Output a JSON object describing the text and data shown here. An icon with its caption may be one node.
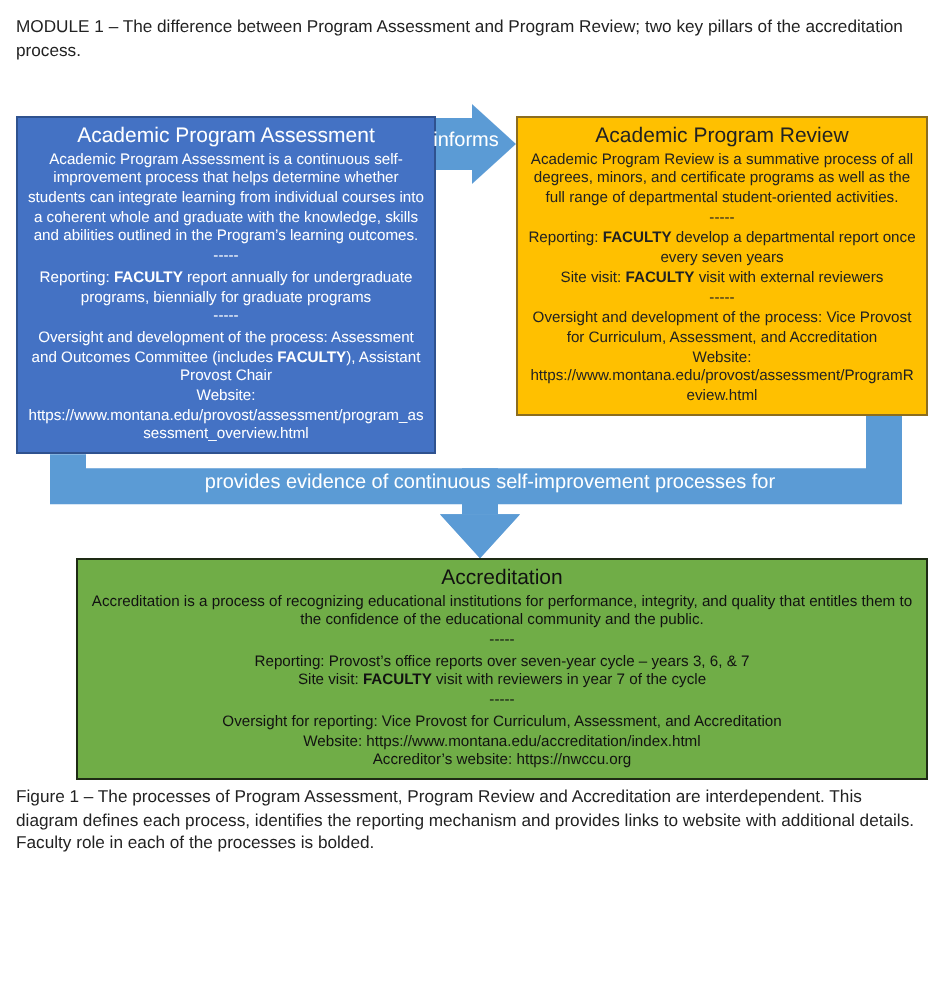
{
  "diagram": {
    "title": "MODULE 1 – The difference between Program Assessment and Program Review; two key pillars of the accreditation process.",
    "nodes": [
      {
        "text": [
          "Academic Program Assessment",
          "Academic Program Assessment is a continuous self-improvement process that helps determine whether students can integrate learning from individual courses into a coherent whole and graduate with the knowledge, skills and abilities outlined in the Program’s learning outcomes.",
          "-----",
          "Reporting: **FACULTY** report annually for undergraduate programs, biennially for graduate programs",
          "-----",
          "Oversight and development of the process: Assessment and Outcomes Committee (includes **FACULTY**), Assistant Provost Chair",
          "Website:",
          "https://www.montana.edu/provost/assessment/program_assessment_overview.html"
        ]
      },
      {
        "text": [
          "Academic Program Review",
          "Academic Program Review is a summative process of all degrees, minors, and certificate programs as well as the full range of departmental student-oriented activities.",
          "-----",
          "Reporting: **FACULTY** develop a departmental report once every seven years",
          "Site visit: **FACULTY** visit with external reviewers",
          "-----",
          "Oversight and development of the process: Vice Provost for Curriculum, Assessment, and Accreditation",
          "Website:",
          "https://www.montana.edu/provost/assessment/ProgramReview.html"
        ]
      },
      {
        "text": [
          "Accreditation",
          "Accreditation is a process of recognizing educational institutions for performance, integrity, and quality that entitles them to the confidence of the educational community and the public.",
          "-----",
          "Reporting: Provost’s office reports over seven-year cycle – years 3, 6, & 7",
          "Site visit: **FACULTY** visit with reviewers in year 7 of the cycle",
          "-----",
          "Oversight for reporting: Vice Provost for Curriculum, Assessment, and Accreditation",
          "Website: https://www.montana.edu/accreditation/index.html",
          "Accreditor’s website: https://nwccu.org"
        ]
      }
    ],
    "edges": [
      {
        "from": 0,
        "to": 1,
        "arrow": "to",
        "label": "informs"
      },
      {
        "from": 0,
        "to": 2,
        "arrow": "to",
        "label": "provides evidence of continuous self-improvement processes for"
      },
      {
        "from": 1,
        "to": 2,
        "arrow": "to"
      }
    ],
    "caption": "Figure 1 – The processes of Program Assessment, Program Review and Accreditation are interdependent.  This diagram defines each process, identifies the reporting mechanism and provides links to website with additional details.  Faculty role in each of the processes is bolded."
  }
}
